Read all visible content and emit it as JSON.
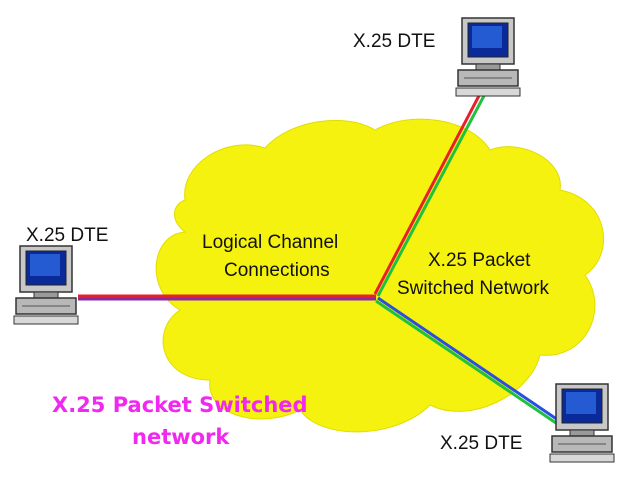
{
  "nodes": {
    "dte_top": "X.25 DTE",
    "dte_left": "X.25 DTE",
    "dte_bottom_right": "X.25 DTE"
  },
  "cloud": {
    "label_left_line1": "Logical Channel",
    "label_left_line2": "Connections",
    "label_right_line1": "X.25 Packet",
    "label_right_line2": "Switched Network"
  },
  "caption": {
    "line1": "X.25 Packet Switched",
    "line2": "network"
  },
  "colors": {
    "cloud_fill": "#f6f20f",
    "caption": "#f028f0",
    "link_red": "#e8202a",
    "link_green": "#20c040",
    "link_blue": "#2a4fe0",
    "link_purple": "#8a2aa0"
  }
}
